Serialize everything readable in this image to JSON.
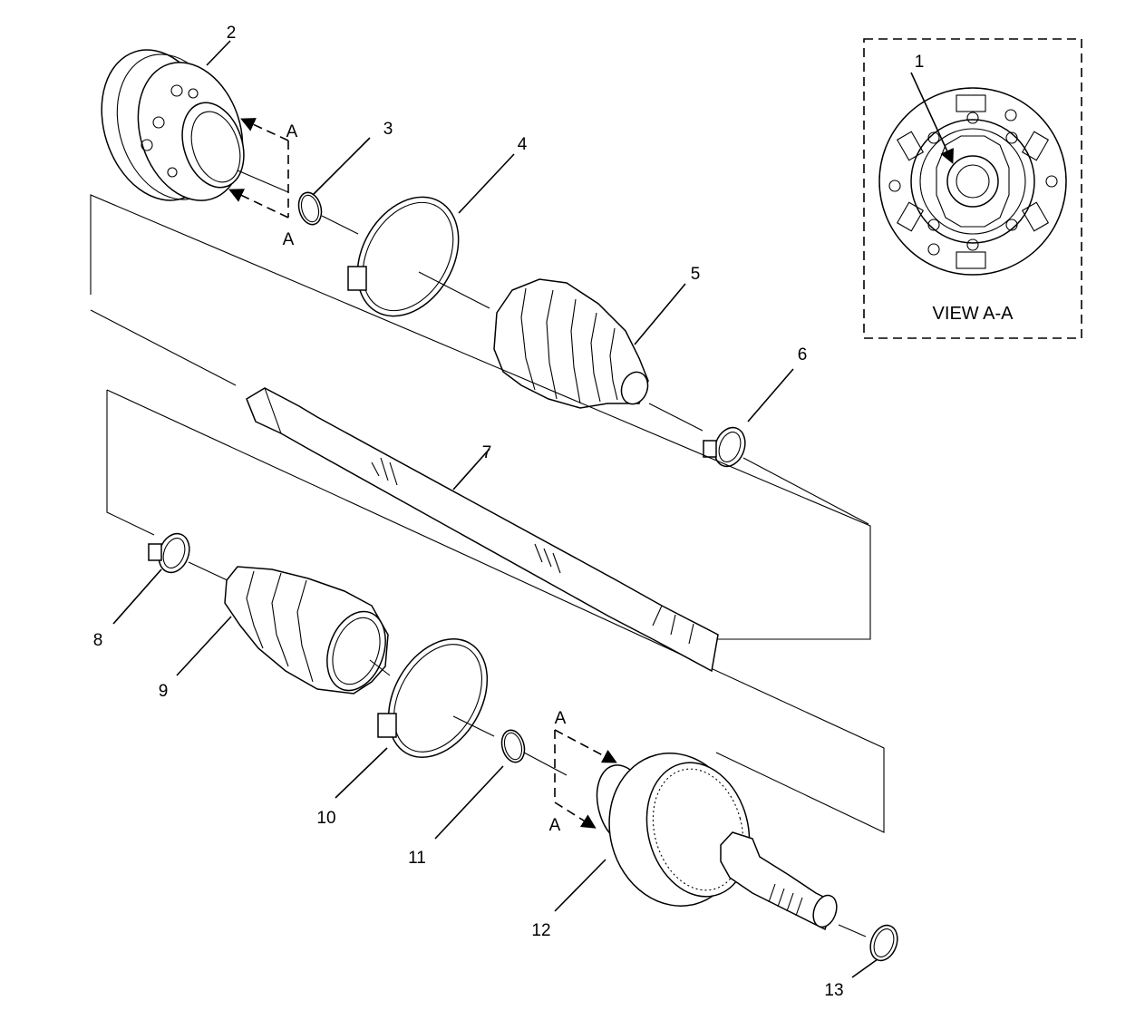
{
  "callouts": [
    "1",
    "2",
    "3",
    "4",
    "5",
    "6",
    "7",
    "8",
    "9",
    "10",
    "11",
    "12",
    "13"
  ],
  "view_letter": "A",
  "view_title": "VIEW A-A"
}
